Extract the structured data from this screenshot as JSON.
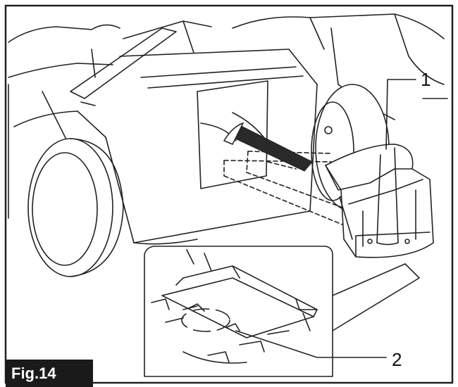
{
  "figure": {
    "label": "Fig.14",
    "callouts": [
      {
        "number": "1"
      },
      {
        "number": "2"
      }
    ]
  }
}
